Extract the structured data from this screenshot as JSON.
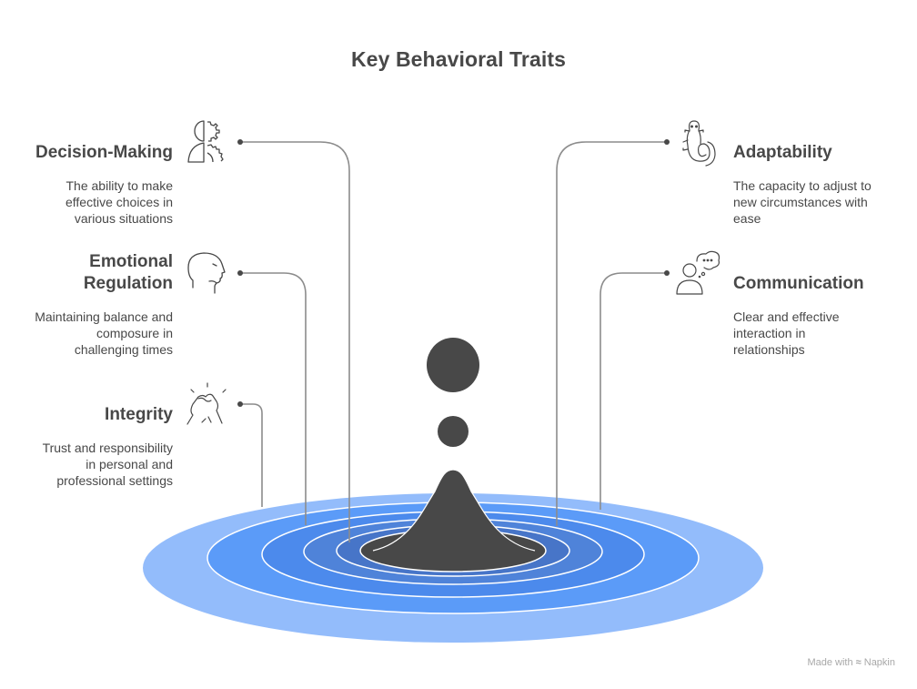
{
  "title": "Key Behavioral Traits",
  "traits": {
    "decision_making": {
      "title": "Decision-Making",
      "description": "The ability to make effective choices in various situations",
      "desc_lines": [
        "The ability to make",
        "effective choices in",
        "various situations"
      ],
      "icon": "brain-gear-icon",
      "side": "left"
    },
    "emotional_regulation": {
      "title_lines": [
        "Emotional",
        "Regulation"
      ],
      "description": "Maintaining balance and composure in challenging times",
      "desc_lines": [
        "Maintaining balance and",
        "composure in",
        "challenging times"
      ],
      "icon": "calm-head-icon",
      "side": "left"
    },
    "integrity": {
      "title": "Integrity",
      "description": "Trust and responsibility in personal and professional settings",
      "desc_lines": [
        "Trust and responsibility",
        "in personal and",
        "professional settings"
      ],
      "icon": "handshake-icon",
      "side": "left"
    },
    "adaptability": {
      "title": "Adaptability",
      "description": "The capacity to adjust to new circumstances with ease",
      "desc_lines": [
        "The capacity to adjust to",
        "new circumstances with",
        "ease"
      ],
      "icon": "lizard-icon",
      "side": "right"
    },
    "communication": {
      "title": "Communication",
      "description": "Clear and effective interaction in relationships",
      "desc_lines": [
        "Clear and effective",
        "interaction in",
        "relationships"
      ],
      "icon": "person-speech-bubble-icon",
      "side": "right"
    }
  },
  "colors": {
    "text": "#484848",
    "connector": "#8c8c8c",
    "drop": "#484848",
    "ripple_outer": "#93bcfb",
    "ripple_2": "#5b9bf8",
    "ripple_3": "#4c8aec",
    "ripple_4": "#4f83d9",
    "ripple_5": "#4775c8",
    "ripple_stroke": "#ffffff"
  },
  "footer": {
    "made_with": "Made with",
    "brand": "Napkin"
  }
}
